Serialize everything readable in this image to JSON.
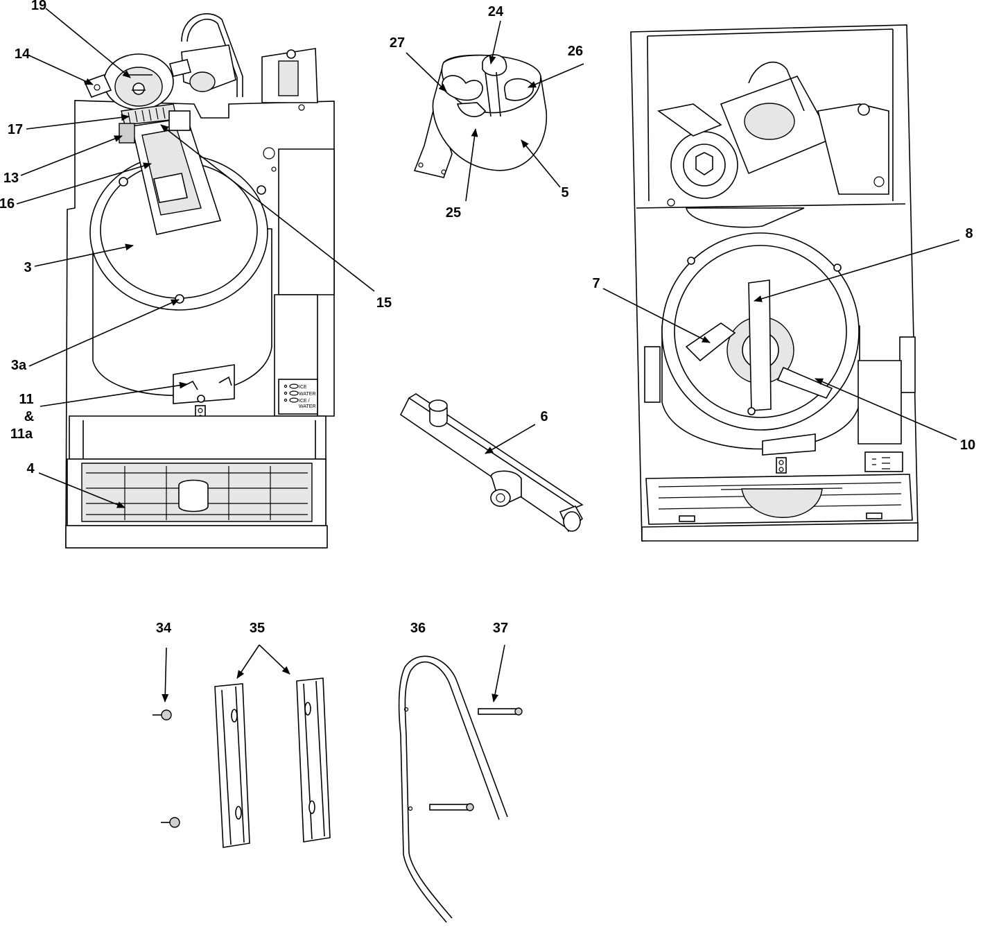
{
  "callouts": {
    "c19": "19",
    "c14": "14",
    "c17": "17",
    "c13": "13",
    "c16": "16",
    "c3": "3",
    "c3a": "3a",
    "c11": "11",
    "c11amp": "&",
    "c11a": "11a",
    "c4": "4",
    "c15": "15",
    "c27": "27",
    "c24": "24",
    "c26": "26",
    "c25": "25",
    "c5": "5",
    "c6": "6",
    "c7": "7",
    "c8": "8",
    "c10": "10",
    "c34": "34",
    "c35": "35",
    "c36": "36",
    "c37": "37"
  },
  "control_panel": {
    "ice": "ICE",
    "water": "WATER",
    "ice_water_1": "ICE /",
    "ice_water_2": "WATER"
  }
}
